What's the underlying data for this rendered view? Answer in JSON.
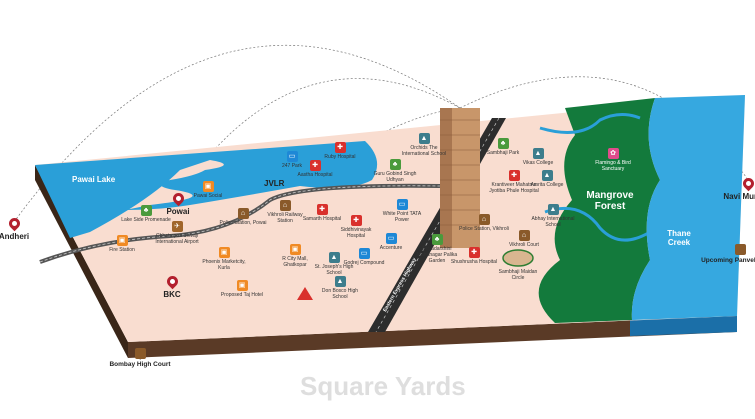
{
  "map": {
    "regions": {
      "lake": "Pawai Lake",
      "road": "JVLR",
      "highway": "Eastern Express Highway",
      "forest": "Mangrove Forest",
      "creek": "Thane Creek"
    },
    "pins": [
      {
        "label": "Andheri"
      },
      {
        "label": "Powai"
      },
      {
        "label": "BKC"
      },
      {
        "label": "Navi Mumbai"
      }
    ],
    "external": [
      {
        "label": "Bombay High Court"
      },
      {
        "label": "Upcoming Panvel Airport"
      }
    ],
    "pois": [
      {
        "label": "Pawai Social",
        "category": "shopping"
      },
      {
        "label": "Lake Side Promenade",
        "category": "park"
      },
      {
        "label": "Chhatrapati Shivaji International Airport",
        "category": "airport"
      },
      {
        "label": "Fire Station",
        "category": "shopping"
      },
      {
        "label": "Police Station, Powai",
        "category": "police"
      },
      {
        "label": "Phoenix Marketcity, Kurla",
        "category": "shopping"
      },
      {
        "label": "Proposed Taj Hotel",
        "category": "shopping"
      },
      {
        "label": "247 Park",
        "category": "office"
      },
      {
        "label": "Aastha Hospital",
        "category": "hospital"
      },
      {
        "label": "Ruby Hospital",
        "category": "hospital"
      },
      {
        "label": "Vikhroli Railway Station",
        "category": "police"
      },
      {
        "label": "Samarth Hospital",
        "category": "hospital"
      },
      {
        "label": "R City Mall, Ghatkopar",
        "category": "shopping"
      },
      {
        "label": "St. Joseph's High School",
        "category": "school"
      },
      {
        "label": "Godrej Compound",
        "category": "office"
      },
      {
        "label": "Don Bosco High School",
        "category": "school"
      },
      {
        "label": "Siddhivinayak Hospital",
        "category": "hospital"
      },
      {
        "label": "Accenture",
        "category": "office"
      },
      {
        "label": "White Point TATA Power",
        "category": "office"
      },
      {
        "label": "Guru Gobind Singh Udhyan",
        "category": "park"
      },
      {
        "label": "Orchids The International School",
        "category": "school"
      },
      {
        "label": "Priyadarshini Mahanagar Palika Garden",
        "category": "park"
      },
      {
        "label": "Sambhaji Park",
        "category": "park"
      },
      {
        "label": "Vikas College",
        "category": "school"
      },
      {
        "label": "Amrita College",
        "category": "school"
      },
      {
        "label": "Krantiveer Mahatma Jyotiba Phule Hospital",
        "category": "hospital"
      },
      {
        "label": "Police Station, Vikhroli",
        "category": "police"
      },
      {
        "label": "Vikhroli Court",
        "category": "police"
      },
      {
        "label": "Abhay International School",
        "category": "school"
      },
      {
        "label": "Shushrusha Hospital",
        "category": "hospital"
      },
      {
        "label": "Sambhaji Maidan Circle",
        "category": "none"
      },
      {
        "label": "Flamingo & Bird Sanctuary",
        "category": "sanctuary"
      }
    ],
    "watermark": "Square Yards",
    "colors": {
      "ground": "#f9ddd0",
      "water": "#2a9fd8",
      "forest": "#137a3c",
      "edge": "#4a3020",
      "pin": "#b3202e",
      "hospital": "#d9302c",
      "school": "#3d7d8c",
      "park": "#4a9a3c",
      "shopping": "#f08a24",
      "police": "#8a5a2a",
      "office": "#1e88d6",
      "sanctuary": "#e04c8c",
      "airport": "#a0652a"
    }
  }
}
